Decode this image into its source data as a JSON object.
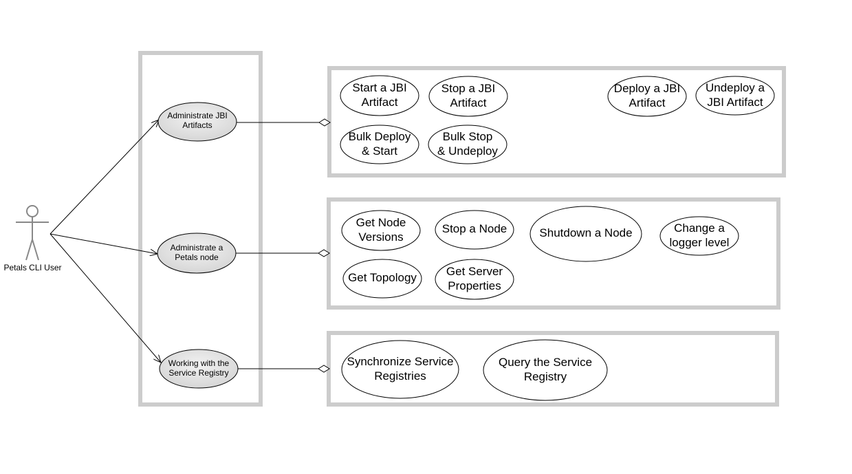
{
  "actor": {
    "label": "Petals CLI User",
    "icon": "stick-figure-actor-icon"
  },
  "main_use_cases": [
    {
      "label": [
        "Administrate JBI",
        "Artifacts"
      ]
    },
    {
      "label": [
        "Administrate a",
        "Petals node"
      ]
    },
    {
      "label": [
        "Working with the",
        "Service Registry"
      ]
    }
  ],
  "groups": [
    {
      "use_cases": [
        {
          "label": [
            "Start a JBI",
            "Artifact"
          ]
        },
        {
          "label": [
            "Stop a JBI",
            "Artifact"
          ]
        },
        {
          "label": [
            "Deploy a JBI",
            "Artifact"
          ]
        },
        {
          "label": [
            "Undeploy a",
            "JBI Artifact"
          ]
        },
        {
          "label": [
            "Bulk Deploy",
            "& Start"
          ]
        },
        {
          "label": [
            "Bulk Stop",
            "& Undeploy"
          ]
        }
      ]
    },
    {
      "use_cases": [
        {
          "label": [
            "Get Node",
            "Versions"
          ]
        },
        {
          "label": [
            "Stop a Node"
          ]
        },
        {
          "label": [
            "Shutdown a Node"
          ]
        },
        {
          "label": [
            "Change a",
            "logger level"
          ]
        },
        {
          "label": [
            "Get Topology"
          ]
        },
        {
          "label": [
            "Get Server",
            "Properties"
          ]
        }
      ]
    },
    {
      "use_cases": [
        {
          "label": [
            "Synchronize Service",
            "Registries"
          ]
        },
        {
          "label": [
            "Query the Service",
            "Registry"
          ]
        }
      ]
    }
  ],
  "colors": {
    "frame": "#cccccc",
    "main_use_case_fill": "#e0e0e0"
  }
}
